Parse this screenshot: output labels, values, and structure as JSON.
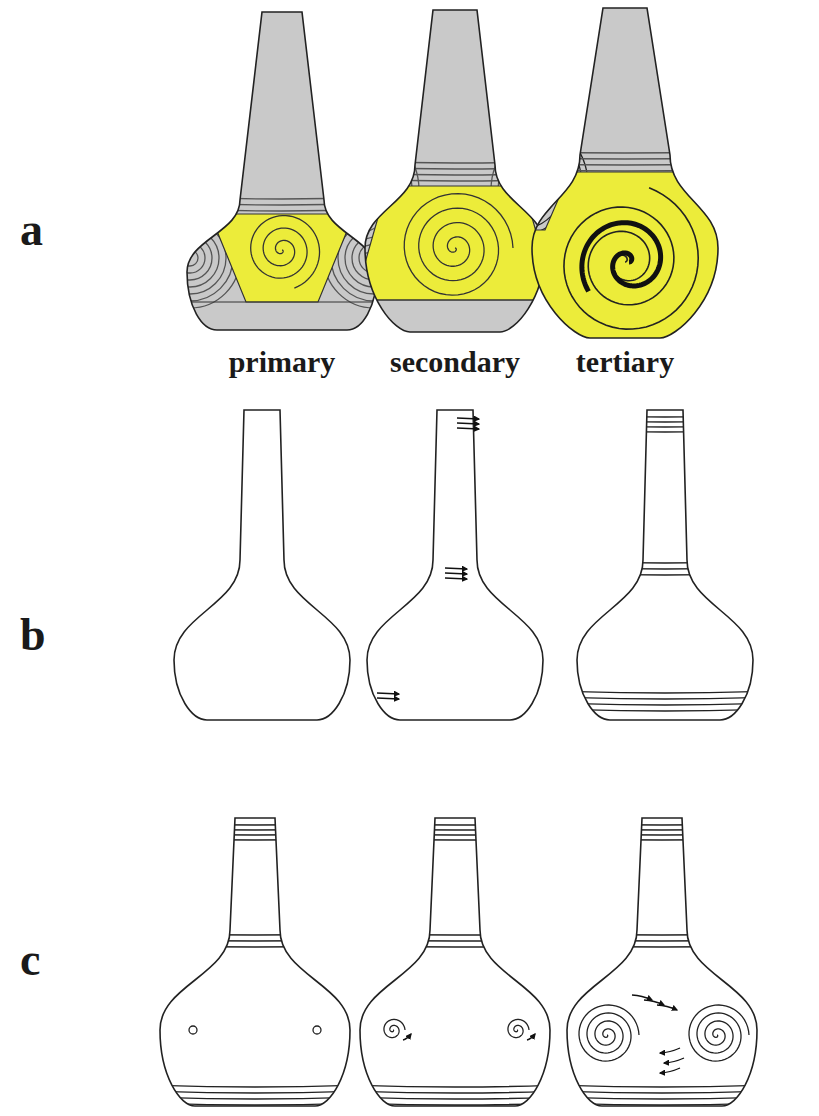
{
  "diagram": {
    "labels": [
      "a",
      "primary",
      "secondary",
      "tertiary",
      "b",
      "c"
    ]
  }
}
